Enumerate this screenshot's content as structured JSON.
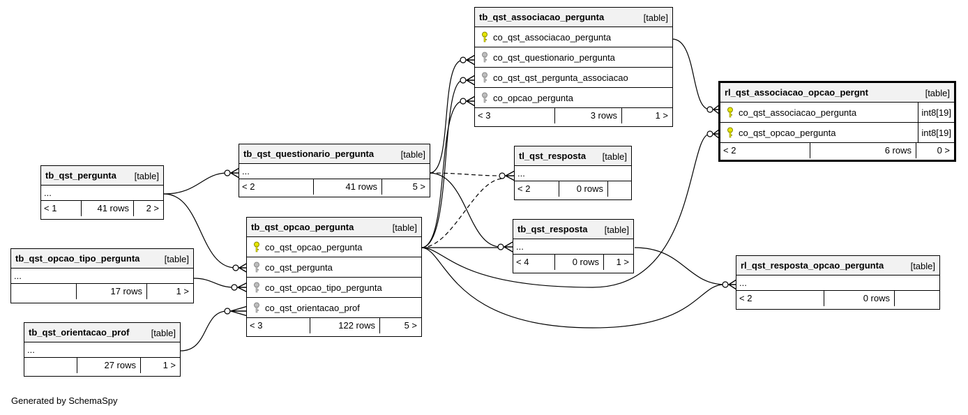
{
  "tables": {
    "associacao_pergunta": {
      "name": "tb_qst_associacao_pergunta",
      "kind": "[table]",
      "columns": [
        "co_qst_associacao_pergunta",
        "co_qst_questionario_pergunta",
        "co_qst_qst_pergunta_associacao",
        "co_opcao_pergunta"
      ],
      "footer": [
        "< 3",
        "3 rows",
        "1 >"
      ]
    },
    "rl_associacao": {
      "name": "rl_qst_associacao_opcao_pergnt",
      "kind": "[table]",
      "columns": [
        "co_qst_associacao_pergunta",
        "co_qst_opcao_pergunta"
      ],
      "types": [
        "int8[19]",
        "int8[19]"
      ],
      "footer": [
        "< 2",
        "6 rows",
        "0 >"
      ]
    },
    "questionario": {
      "name": "tb_qst_questionario_pergunta",
      "kind": "[table]",
      "ellipsis": "...",
      "footer": [
        "< 2",
        "41 rows",
        "5 >"
      ]
    },
    "tl_resposta": {
      "name": "tl_qst_resposta",
      "kind": "[table]",
      "ellipsis": "...",
      "footer": [
        "< 2",
        "0 rows",
        ""
      ]
    },
    "pergunta": {
      "name": "tb_qst_pergunta",
      "kind": "[table]",
      "ellipsis": "...",
      "footer": [
        "< 1",
        "41 rows",
        "2 >"
      ]
    },
    "opcao_pergunta": {
      "name": "tb_qst_opcao_pergunta",
      "kind": "[table]",
      "columns": [
        "co_qst_opcao_pergunta",
        "co_qst_pergunta",
        "co_qst_opcao_tipo_pergunta",
        "co_qst_orientacao_prof"
      ],
      "footer": [
        "< 3",
        "122 rows",
        "5 >"
      ]
    },
    "resposta": {
      "name": "tb_qst_resposta",
      "kind": "[table]",
      "ellipsis": "...",
      "footer": [
        "< 4",
        "0 rows",
        "1 >"
      ]
    },
    "opcao_tipo": {
      "name": "tb_qst_opcao_tipo_pergunta",
      "kind": "[table]",
      "ellipsis": "...",
      "footer": [
        "",
        "17 rows",
        "1 >"
      ]
    },
    "rl_resposta": {
      "name": "rl_qst_resposta_opcao_pergunta",
      "kind": "[table]",
      "ellipsis": "...",
      "footer": [
        "< 2",
        "0 rows",
        ""
      ]
    },
    "orientacao": {
      "name": "tb_qst_orientacao_prof",
      "kind": "[table]",
      "ellipsis": "...",
      "footer": [
        "",
        "27 rows",
        "1 >"
      ]
    }
  },
  "footer_text": "Generated by SchemaSpy",
  "colors": {
    "primary_key": "#e6e600",
    "foreign_key": "#9a9a9a",
    "header_bg": "#f2f2f2"
  }
}
